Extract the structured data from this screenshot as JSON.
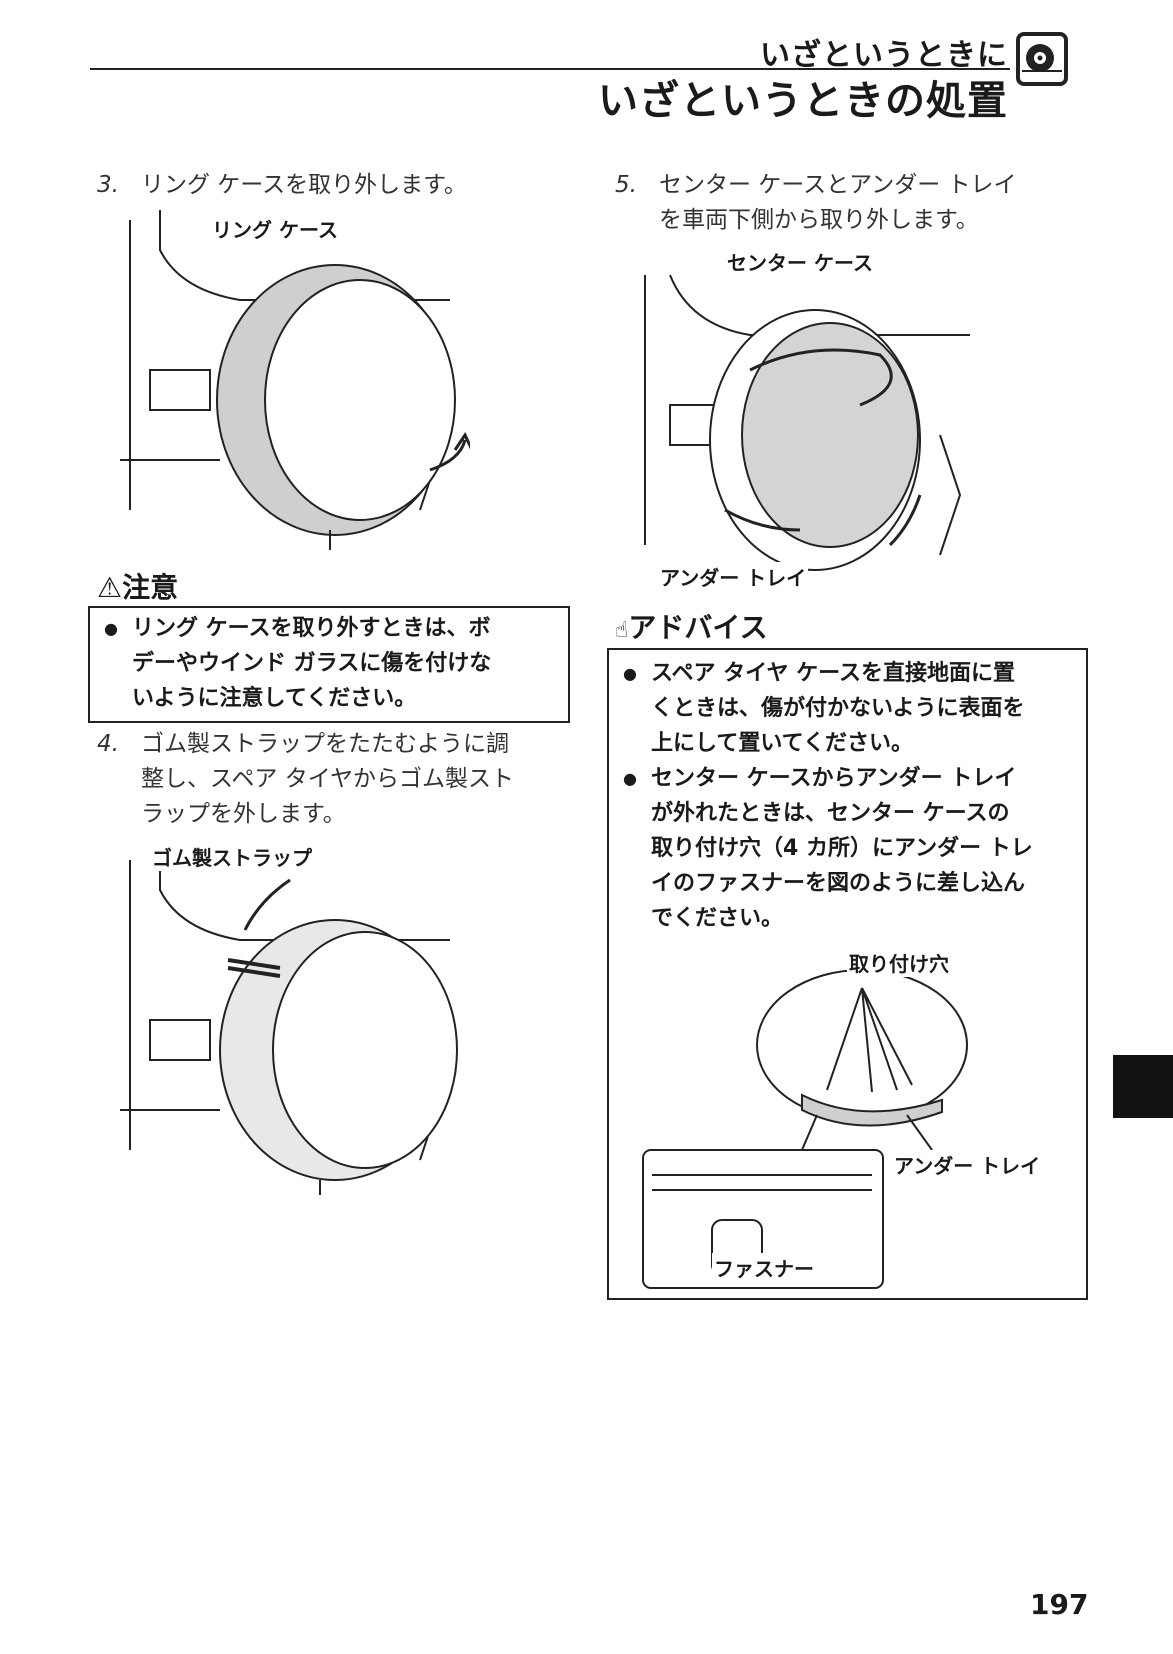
{
  "header": {
    "section": "いざというときに",
    "title": "いざというときの処置",
    "icon": "tire-icon"
  },
  "left": {
    "step3": {
      "num": "3.",
      "text": "リング ケースを取り外します。"
    },
    "fig1": {
      "label": "リング ケース"
    },
    "caution": {
      "heading": "注意",
      "icon": "warning-triangle-icon",
      "lines": [
        "リング ケースを取り外すときは、ボ",
        "デーやウインド ガラスに傷を付けな",
        "いように注意してください。"
      ]
    },
    "step4": {
      "num": "4.",
      "lines": [
        "ゴム製ストラップをたたむように調",
        "整し、スペア タイヤからゴム製スト",
        "ラップを外します。"
      ]
    },
    "fig3": {
      "label": "ゴム製ストラップ"
    }
  },
  "right": {
    "step5": {
      "num": "5.",
      "lines": [
        "センター ケースとアンダー トレイ",
        "を車両下側から取り外します。"
      ]
    },
    "fig2": {
      "label_top": "センター ケース",
      "label_bottom": "アンダー トレイ"
    },
    "advice": {
      "heading": "アドバイス",
      "icon": "pointing-hand-icon",
      "item1": [
        "スペア タイヤ ケースを直接地面に置",
        "くときは、傷が付かないように表面を",
        "上にして置いてください。"
      ],
      "item2": [
        "センター ケースからアンダー トレイ",
        "が外れたときは、センター ケースの",
        "取り付け穴（4 カ所）にアンダー トレ",
        "イのファスナーを図のように差し込ん",
        "でください。"
      ]
    },
    "fig4": {
      "label_holes": "取り付け穴",
      "label_tray": "アンダー トレイ",
      "label_fastener": "ファスナー"
    }
  },
  "page_number": "197"
}
